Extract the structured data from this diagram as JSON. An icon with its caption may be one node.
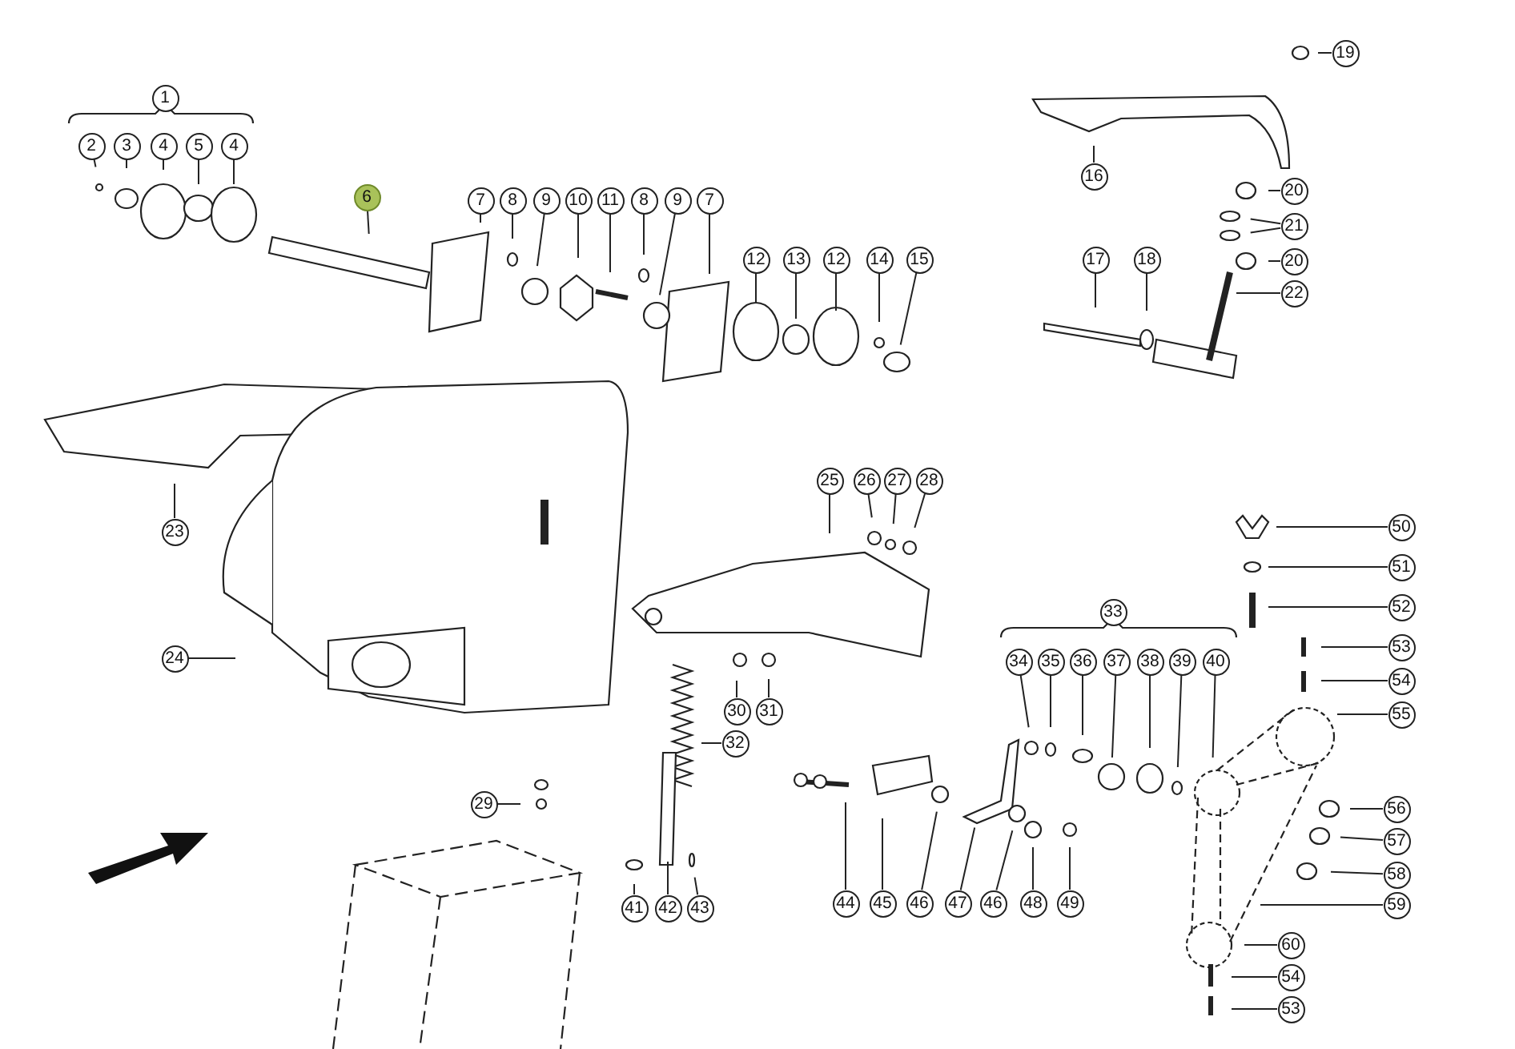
{
  "diagram": {
    "nodes": [
      {
        "text": [
          "1"
        ]
      },
      {
        "text": [
          "2"
        ]
      },
      {
        "text": [
          "3"
        ]
      },
      {
        "text": [
          "4"
        ]
      },
      {
        "text": [
          "5"
        ]
      },
      {
        "text": [
          "4"
        ]
      },
      {
        "text": [
          "6"
        ]
      },
      {
        "text": [
          "7"
        ]
      },
      {
        "text": [
          "8"
        ]
      },
      {
        "text": [
          "9"
        ]
      },
      {
        "text": [
          "10"
        ]
      },
      {
        "text": [
          "11"
        ]
      },
      {
        "text": [
          "8"
        ]
      },
      {
        "text": [
          "9"
        ]
      },
      {
        "text": [
          "7"
        ]
      },
      {
        "text": [
          "12"
        ]
      },
      {
        "text": [
          "13"
        ]
      },
      {
        "text": [
          "12"
        ]
      },
      {
        "text": [
          "14"
        ]
      },
      {
        "text": [
          "15"
        ]
      },
      {
        "text": [
          "16"
        ]
      },
      {
        "text": [
          "19"
        ]
      },
      {
        "text": [
          "20"
        ]
      },
      {
        "text": [
          "21"
        ]
      },
      {
        "text": [
          "20"
        ]
      },
      {
        "text": [
          "17"
        ]
      },
      {
        "text": [
          "18"
        ]
      },
      {
        "text": [
          "22"
        ]
      },
      {
        "text": [
          "23"
        ]
      },
      {
        "text": [
          "24"
        ]
      },
      {
        "text": [
          "25"
        ]
      },
      {
        "text": [
          "26"
        ]
      },
      {
        "text": [
          "27"
        ]
      },
      {
        "text": [
          "28"
        ]
      },
      {
        "text": [
          "30"
        ]
      },
      {
        "text": [
          "31"
        ]
      },
      {
        "text": [
          "32"
        ]
      },
      {
        "text": [
          "29"
        ]
      },
      {
        "text": [
          "33"
        ]
      },
      {
        "text": [
          "34"
        ]
      },
      {
        "text": [
          "35"
        ]
      },
      {
        "text": [
          "36"
        ]
      },
      {
        "text": [
          "37"
        ]
      },
      {
        "text": [
          "38"
        ]
      },
      {
        "text": [
          "39"
        ]
      },
      {
        "text": [
          "40"
        ]
      },
      {
        "text": [
          "41"
        ]
      },
      {
        "text": [
          "42"
        ]
      },
      {
        "text": [
          "43"
        ]
      },
      {
        "text": [
          "44"
        ]
      },
      {
        "text": [
          "45"
        ]
      },
      {
        "text": [
          "46"
        ]
      },
      {
        "text": [
          "47"
        ]
      },
      {
        "text": [
          "46"
        ]
      },
      {
        "text": [
          "48"
        ]
      },
      {
        "text": [
          "49"
        ]
      },
      {
        "text": [
          "50"
        ]
      },
      {
        "text": [
          "51"
        ]
      },
      {
        "text": [
          "52"
        ]
      },
      {
        "text": [
          "53"
        ]
      },
      {
        "text": [
          "54"
        ]
      },
      {
        "text": [
          "55"
        ]
      },
      {
        "text": [
          "56"
        ]
      },
      {
        "text": [
          "57"
        ]
      },
      {
        "text": [
          "58"
        ]
      },
      {
        "text": [
          "59"
        ]
      },
      {
        "text": [
          "60"
        ]
      },
      {
        "text": [
          "54"
        ]
      },
      {
        "text": [
          "53"
        ]
      }
    ],
    "edges": [
      {
        "from": 1,
        "to": null,
        "arrow": "none"
      },
      {
        "from": 2,
        "to": null,
        "arrow": "none"
      },
      {
        "from": 3,
        "to": null,
        "arrow": "none"
      },
      {
        "from": 4,
        "to": null,
        "arrow": "none"
      },
      {
        "from": 5,
        "to": null,
        "arrow": "none"
      },
      {
        "from": 6,
        "to": null,
        "arrow": "none"
      },
      {
        "from": 7,
        "to": null,
        "arrow": "none"
      },
      {
        "from": 8,
        "to": null,
        "arrow": "none"
      },
      {
        "from": 9,
        "to": null,
        "arrow": "none"
      },
      {
        "from": 10,
        "to": null,
        "arrow": "none"
      },
      {
        "from": 11,
        "to": null,
        "arrow": "none"
      },
      {
        "from": 12,
        "to": null,
        "arrow": "none"
      },
      {
        "from": 13,
        "to": null,
        "arrow": "none"
      },
      {
        "from": 14,
        "to": null,
        "arrow": "none"
      },
      {
        "from": 15,
        "to": null,
        "arrow": "none"
      },
      {
        "from": 16,
        "to": null,
        "arrow": "none"
      },
      {
        "from": 17,
        "to": null,
        "arrow": "none"
      },
      {
        "from": 18,
        "to": null,
        "arrow": "none"
      },
      {
        "from": 19,
        "to": null,
        "arrow": "none"
      },
      {
        "from": 20,
        "to": null,
        "arrow": "none"
      },
      {
        "from": 21,
        "to": null,
        "arrow": "none"
      },
      {
        "from": 22,
        "to": null,
        "arrow": "none"
      },
      {
        "from": 23,
        "to": null,
        "arrow": "none"
      },
      {
        "from": 23,
        "to": null,
        "arrow": "none"
      },
      {
        "from": 24,
        "to": null,
        "arrow": "none"
      },
      {
        "from": 25,
        "to": null,
        "arrow": "none"
      },
      {
        "from": 26,
        "to": null,
        "arrow": "none"
      },
      {
        "from": 27,
        "to": null,
        "arrow": "none"
      },
      {
        "from": 28,
        "to": null,
        "arrow": "none"
      },
      {
        "from": 29,
        "to": null,
        "arrow": "none"
      },
      {
        "from": 30,
        "to": null,
        "arrow": "none"
      },
      {
        "from": 31,
        "to": null,
        "arrow": "none"
      },
      {
        "from": 32,
        "to": null,
        "arrow": "none"
      },
      {
        "from": 33,
        "to": null,
        "arrow": "none"
      },
      {
        "from": 34,
        "to": null,
        "arrow": "none"
      },
      {
        "from": 35,
        "to": null,
        "arrow": "none"
      },
      {
        "from": 36,
        "to": null,
        "arrow": "none"
      },
      {
        "from": 37,
        "to": null,
        "arrow": "none"
      },
      {
        "from": 39,
        "to": null,
        "arrow": "none"
      },
      {
        "from": 40,
        "to": null,
        "arrow": "none"
      },
      {
        "from": 41,
        "to": null,
        "arrow": "none"
      },
      {
        "from": 42,
        "to": null,
        "arrow": "none"
      },
      {
        "from": 43,
        "to": null,
        "arrow": "none"
      },
      {
        "from": 44,
        "to": null,
        "arrow": "none"
      },
      {
        "from": 45,
        "to": null,
        "arrow": "none"
      },
      {
        "from": 46,
        "to": null,
        "arrow": "none"
      },
      {
        "from": 47,
        "to": null,
        "arrow": "none"
      },
      {
        "from": 48,
        "to": null,
        "arrow": "none"
      },
      {
        "from": 49,
        "to": null,
        "arrow": "none"
      },
      {
        "from": 50,
        "to": null,
        "arrow": "none"
      },
      {
        "from": 51,
        "to": null,
        "arrow": "none"
      },
      {
        "from": 52,
        "to": null,
        "arrow": "none"
      },
      {
        "from": 53,
        "to": null,
        "arrow": "none"
      },
      {
        "from": 54,
        "to": null,
        "arrow": "none"
      },
      {
        "from": 55,
        "to": null,
        "arrow": "none"
      },
      {
        "from": 56,
        "to": null,
        "arrow": "none"
      },
      {
        "from": 57,
        "to": null,
        "arrow": "none"
      },
      {
        "from": 58,
        "to": null,
        "arrow": "none"
      },
      {
        "from": 59,
        "to": null,
        "arrow": "none"
      },
      {
        "from": 60,
        "to": null,
        "arrow": "none"
      },
      {
        "from": 61,
        "to": null,
        "arrow": "none"
      },
      {
        "from": 62,
        "to": null,
        "arrow": "none"
      },
      {
        "from": 63,
        "to": null,
        "arrow": "none"
      },
      {
        "from": 64,
        "to": null,
        "arrow": "none"
      },
      {
        "from": 65,
        "to": null,
        "arrow": "none"
      },
      {
        "from": 66,
        "to": null,
        "arrow": "none"
      },
      {
        "from": 67,
        "to": null,
        "arrow": "none"
      },
      {
        "from": 68,
        "to": null,
        "arrow": "none"
      }
    ]
  }
}
